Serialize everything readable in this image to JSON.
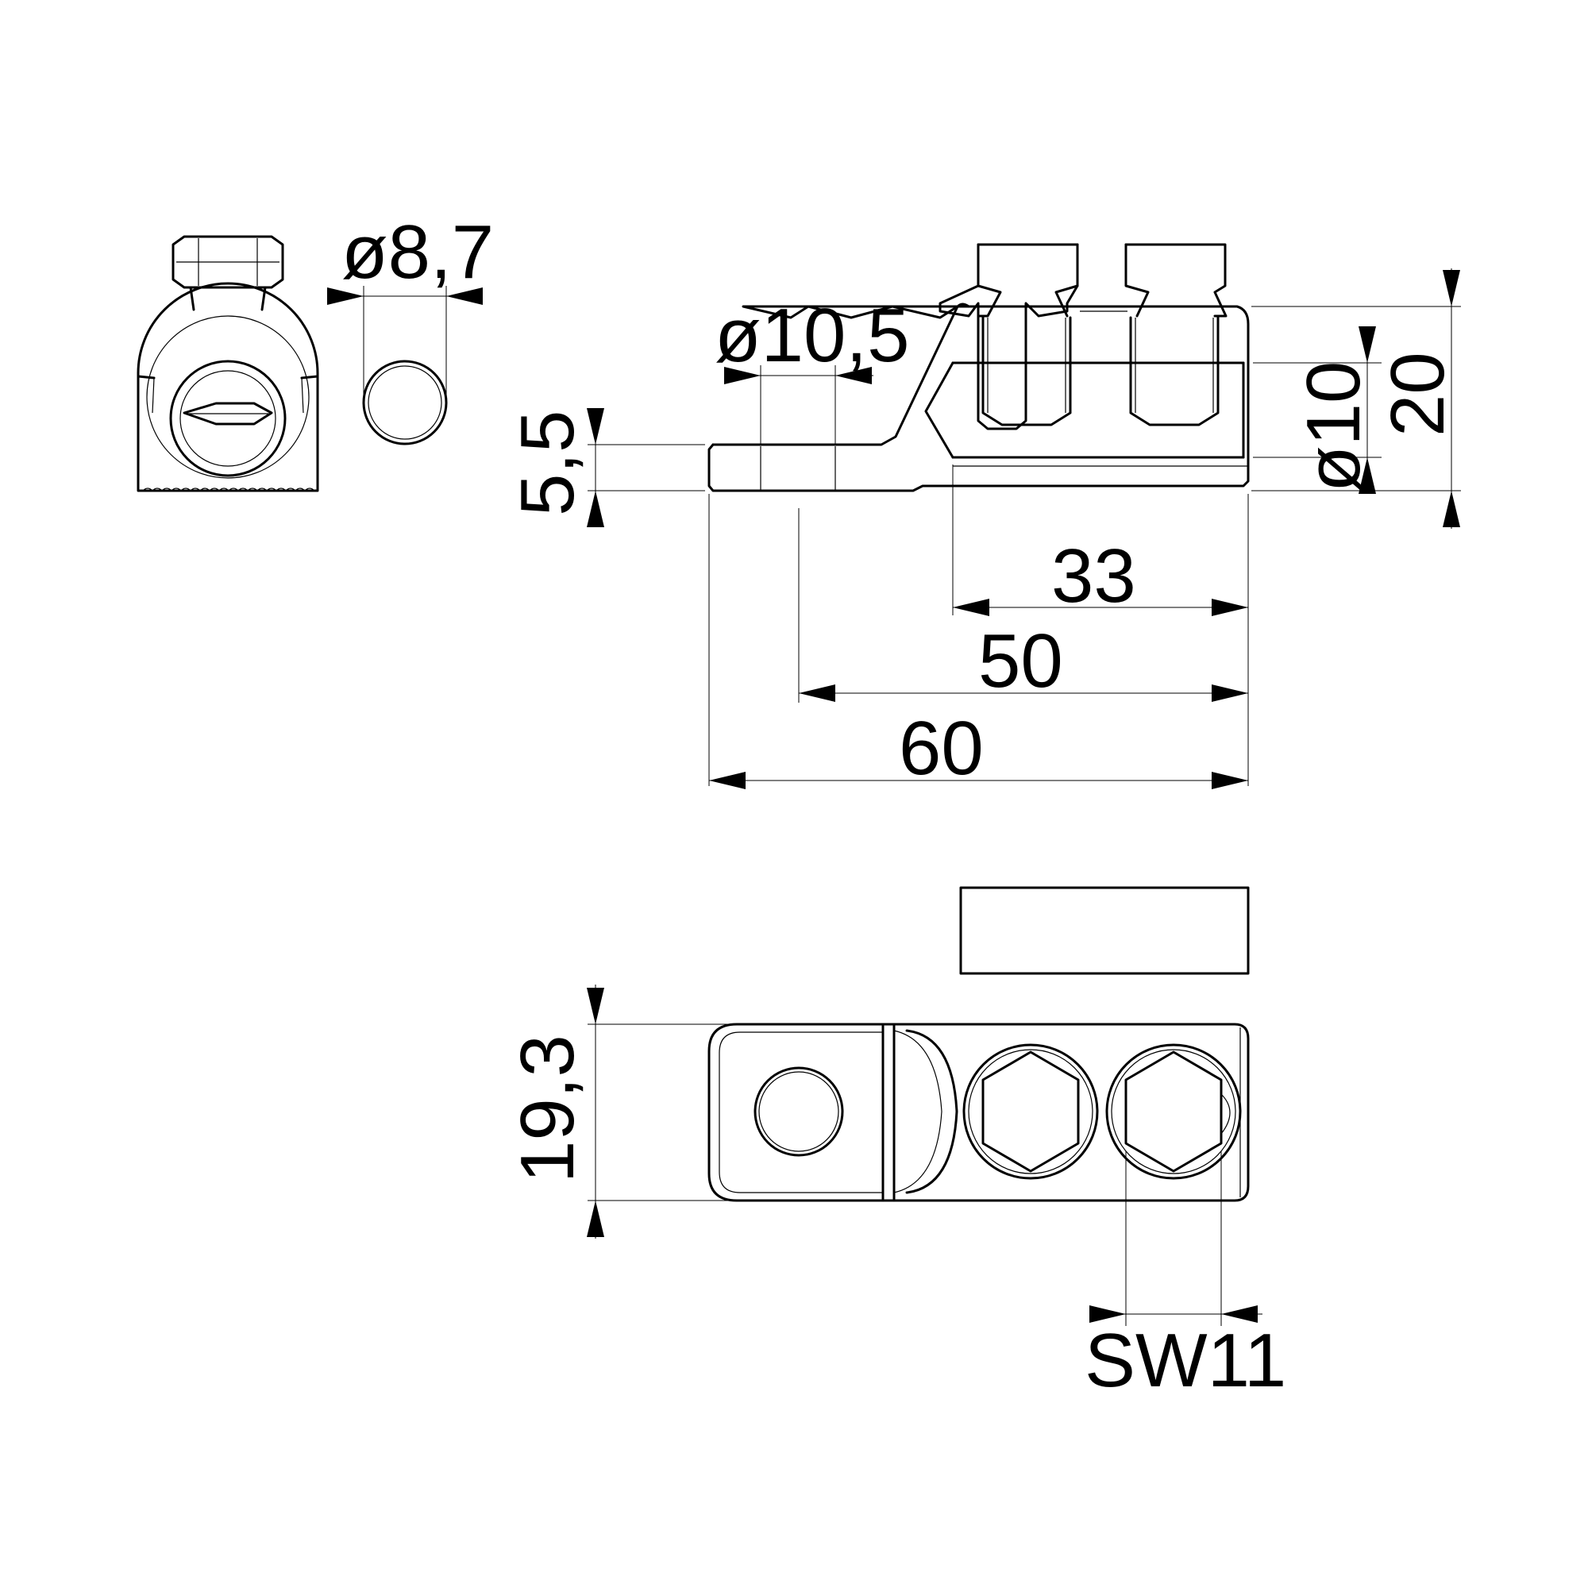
{
  "dimensions": {
    "d_8_7": "ø8,7",
    "d_10_5": "ø10,5",
    "h_5_5": "5,5",
    "d_10": "ø10",
    "h_20": "20",
    "l_33": "33",
    "l_50": "50",
    "l_60": "60",
    "w_19_3": "19,3",
    "sw_11": "SW11"
  }
}
